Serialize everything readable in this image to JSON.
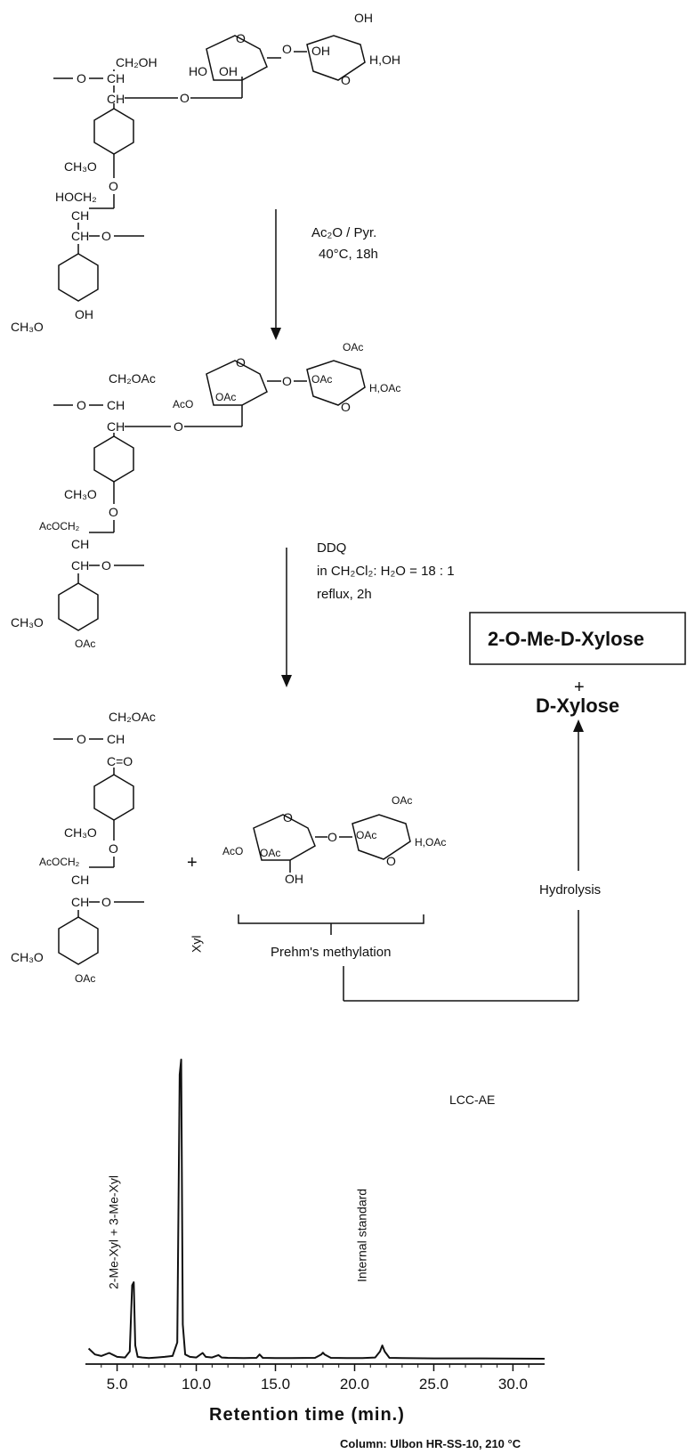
{
  "structure1": {
    "labels": [
      "CH₂OH",
      "O",
      "CH",
      "CH",
      "O",
      "OH",
      "HO",
      "O",
      "OH",
      "H,OH",
      "O",
      "CH₃O",
      "O",
      "HOCH₂",
      "CH",
      "CH",
      "O",
      "CH₃O",
      "OH"
    ]
  },
  "step1": {
    "reagent": "Ac₂O / Pyr.",
    "conditions": "40°C, 18h"
  },
  "structure2": {
    "labels": [
      "CH₂OAc",
      "O",
      "CH",
      "CH",
      "O",
      "OAc",
      "AcO",
      "O",
      "OAc",
      "OAc",
      "H,OAc",
      "O",
      "CH₃O",
      "O",
      "AcOCH₂",
      "CH",
      "CH",
      "O",
      "CH₃O",
      "OAc"
    ]
  },
  "step2": {
    "reagent": "DDQ",
    "solvent": "in CH₂Cl₂: H₂O = 18 : 1",
    "conditions": "reflux, 2h"
  },
  "structure3": {
    "labels": [
      "CH₂OAc",
      "O",
      "CH",
      "C=O",
      "CH₃O",
      "O",
      "AcOCH₂",
      "CH",
      "CH",
      "O",
      "CH₃O",
      "OAc"
    ]
  },
  "plus_sign": "+",
  "sugar_product": {
    "labels": [
      "O",
      "AcO",
      "OAc",
      "OH",
      "O",
      "OAc",
      "OAc",
      "H,OAc",
      "O"
    ]
  },
  "methylation_label": "Prehm's methylation",
  "hydrolysis_label": "Hydrolysis",
  "product_box": {
    "text": "2-O-Me-D-Xylose"
  },
  "product_plus": "+",
  "product_second": "D-Xylose",
  "chromatogram": {
    "sample_label": "LCC-AE",
    "column_note": "Column: Ulbon HR-SS-10, 210 °C",
    "peak_labels": [
      "2-Me-Xyl + 3-Me-Xyl",
      "Xyl",
      "Internal standard"
    ]
  },
  "chart_data": {
    "type": "line",
    "title": "",
    "xlabel": "Retention time (min.)",
    "ylabel": "",
    "xlim": [
      3.0,
      32.0
    ],
    "ylim": [
      0,
      100
    ],
    "x_ticks": [
      5.0,
      10.0,
      15.0,
      20.0,
      25.0,
      30.0
    ],
    "x_tick_labels": [
      "5.0",
      "10.0",
      "15.0",
      "20.0",
      "25.0",
      "30.0"
    ],
    "series": [
      {
        "x": [
          3.2,
          3.6,
          4.0,
          4.5,
          5.0,
          5.5,
          5.8,
          5.95,
          6.05,
          6.15,
          6.3,
          6.6,
          7.0,
          7.5,
          8.0,
          8.5,
          8.8,
          8.95,
          9.05,
          9.15,
          9.3,
          9.6,
          10.0,
          10.4,
          10.6,
          11.0,
          11.4,
          11.6,
          12.0,
          13.0,
          13.8,
          14.0,
          14.2,
          15.0,
          16.0,
          17.5,
          17.9,
          18.0,
          18.1,
          18.5,
          19.5,
          20.5,
          21.3,
          21.6,
          21.75,
          21.9,
          22.2,
          23.0,
          25.0,
          28.0,
          32.0
        ],
        "y": [
          4,
          2,
          1.5,
          2.5,
          1.2,
          1.0,
          3,
          25,
          26,
          5,
          1.2,
          1.0,
          0.8,
          1.0,
          1.2,
          1.5,
          6,
          95,
          100,
          12,
          2,
          1.2,
          1.0,
          2.5,
          1.2,
          1.0,
          1.8,
          1.0,
          0.9,
          0.8,
          0.9,
          2.0,
          0.9,
          0.8,
          0.8,
          0.9,
          2.0,
          2.6,
          2.0,
          0.9,
          0.8,
          0.8,
          1.0,
          3,
          5,
          3,
          0.9,
          0.8,
          0.7,
          0.7,
          0.6
        ]
      }
    ],
    "annotations": [
      {
        "text": "2-Me-Xyl + 3-Me-Xyl",
        "x": 6.05
      },
      {
        "text": "Xyl",
        "x": 9.05
      },
      {
        "text": "Internal standard",
        "x": 21.75
      }
    ],
    "grid": false
  },
  "colors": {
    "ink": "#111111",
    "background": "#ffffff"
  }
}
